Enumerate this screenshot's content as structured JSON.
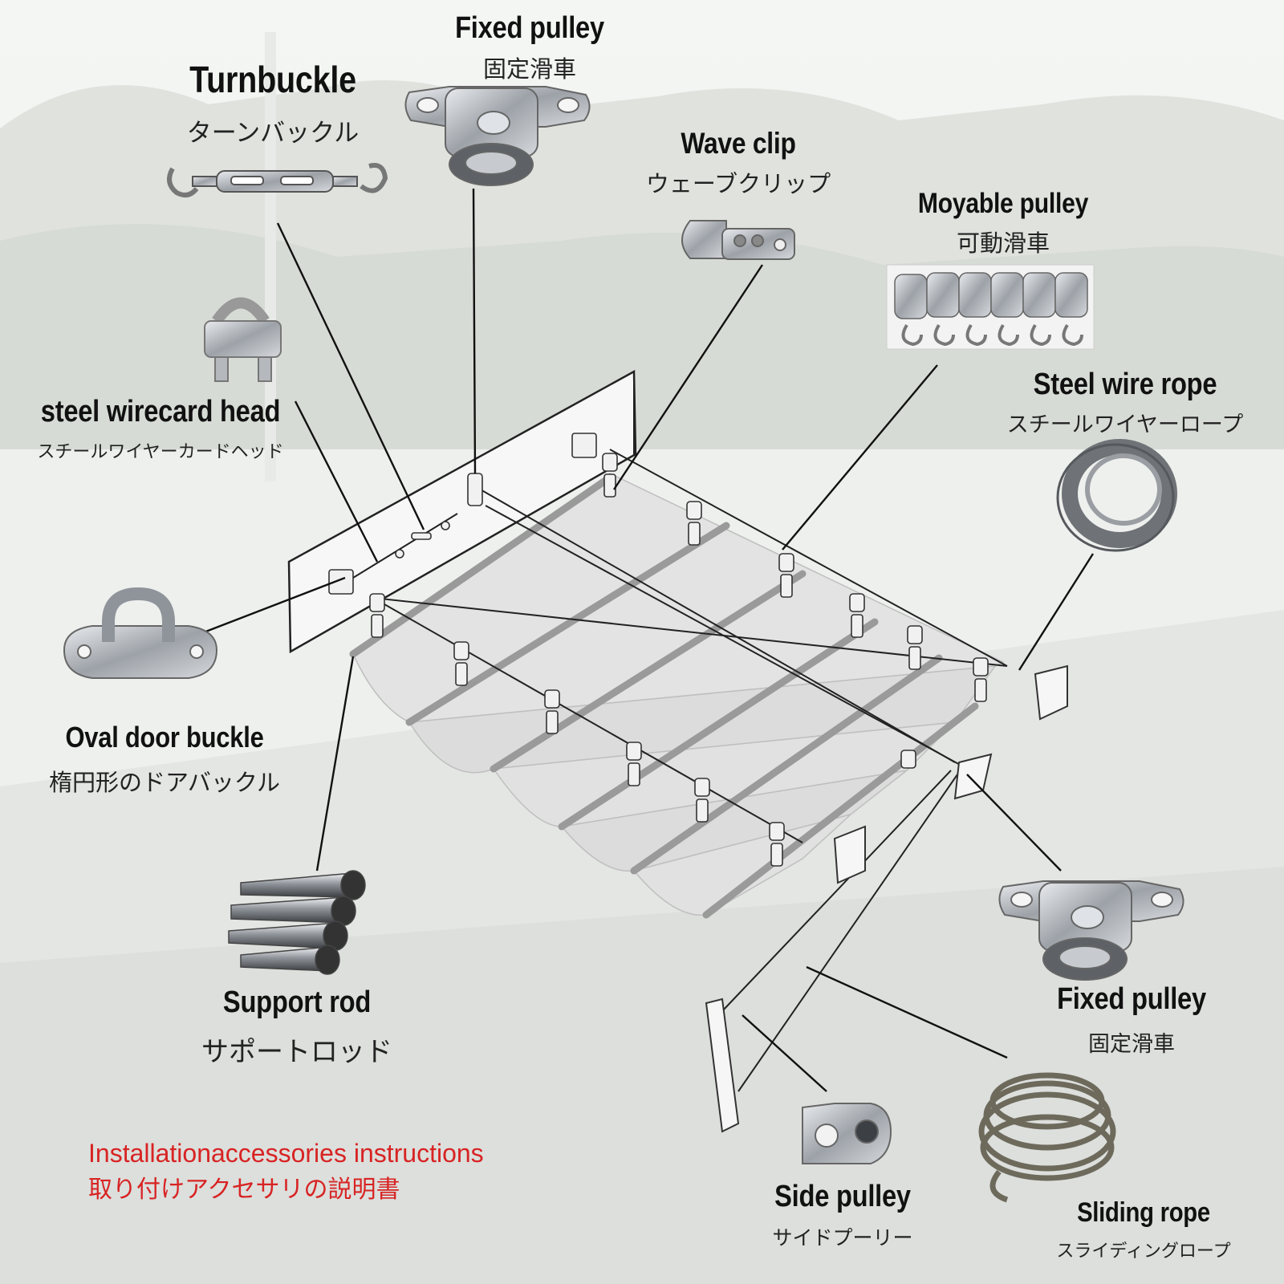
{
  "labels": {
    "fixed_pulley_top": {
      "en": "Fixed pulley",
      "jp": "固定滑車"
    },
    "turnbuckle": {
      "en": "Turnbuckle",
      "jp": "ターンバックル"
    },
    "wave_clip": {
      "en": "Wave clip",
      "jp": "ウェーブクリップ"
    },
    "movable_pulley": {
      "en": "Moyable pulley",
      "jp": "可動滑車"
    },
    "steel_wire_rope": {
      "en": "Steel wire rope",
      "jp": "スチールワイヤーロープ"
    },
    "steel_wirecard_head": {
      "en": "steel wirecard head",
      "jp": "スチールワイヤーカードヘッド"
    },
    "oval_door_buckle": {
      "en": "Oval door buckle",
      "jp": "楕円形のドアバックル"
    },
    "support_rod": {
      "en": "Support rod",
      "jp": "サポートロッド"
    },
    "fixed_pulley_bottom": {
      "en": "Fixed pulley",
      "jp": "固定滑車"
    },
    "side_pulley": {
      "en": "Side pulley",
      "jp": "サイドプーリー"
    },
    "sliding_rope": {
      "en": "Sliding rope",
      "jp": "スライディングロープ"
    }
  },
  "note": {
    "line1": "Installationaccessories instructions",
    "line2": "取り付けアクセサリの説明書"
  },
  "colors": {
    "note": "#d82323",
    "steel": "#a9adb2",
    "rope_gray": "#6f7276",
    "rope_brown": "#6d6a5c"
  }
}
